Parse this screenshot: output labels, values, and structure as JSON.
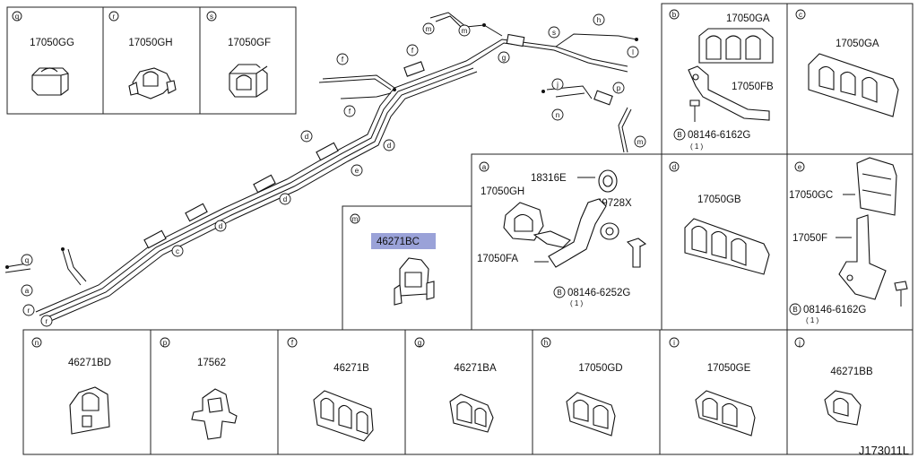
{
  "diagram_id": "J173011L",
  "highlight_color": "#9aa2d8",
  "top_boxes": [
    {
      "ref": "q",
      "part": "17050GG"
    },
    {
      "ref": "r",
      "part": "17050GH"
    },
    {
      "ref": "s",
      "part": "17050GF"
    }
  ],
  "detail_b": {
    "ref": "b",
    "parts": [
      "17050GA",
      "17050FB"
    ],
    "bolt": "08146-6162G",
    "bolt_qty": "( 1 )",
    "bolt_ref": "B"
  },
  "detail_c": {
    "ref": "c",
    "part": "17050GA"
  },
  "detail_a": {
    "ref": "a",
    "parts": [
      "18316E",
      "17050GH",
      "49728X",
      "17050FA"
    ],
    "bolt": "08146-6252G",
    "bolt_qty": "( 1 )",
    "bolt_ref": "B"
  },
  "detail_d": {
    "ref": "d",
    "part": "17050GB"
  },
  "detail_e": {
    "ref": "e",
    "parts": [
      "17050GC",
      "17050F"
    ],
    "bolt": "08146-6162G",
    "bolt_qty": "( 1 )",
    "bolt_ref": "B"
  },
  "detail_m": {
    "ref": "m",
    "part": "46271BC"
  },
  "bottom_boxes": [
    {
      "ref": "n",
      "part": "46271BD"
    },
    {
      "ref": "p",
      "part": "17562"
    },
    {
      "ref": "f",
      "part": "46271B"
    },
    {
      "ref": "g",
      "part": "46271BA"
    },
    {
      "ref": "h",
      "part": "17050GD"
    },
    {
      "ref": "i",
      "part": "17050GE"
    },
    {
      "ref": "j",
      "part": "46271BB"
    }
  ],
  "pipe_callouts": [
    "m",
    "m",
    "f",
    "f",
    "f",
    "g",
    "s",
    "h",
    "l",
    "j",
    "p",
    "n",
    "m",
    "d",
    "d",
    "e",
    "d",
    "d",
    "c",
    "q",
    "a",
    "r",
    "r"
  ]
}
